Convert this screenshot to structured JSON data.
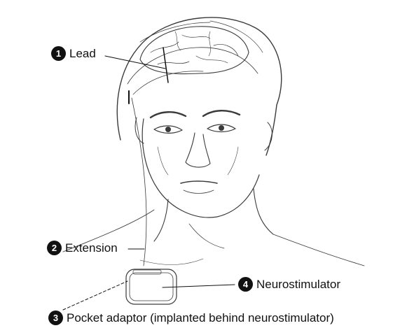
{
  "callouts": [
    {
      "number": "1",
      "label": "Lead"
    },
    {
      "number": "2",
      "label": "Extension"
    },
    {
      "number": "3",
      "label": "Pocket adaptor (implanted behind neurostimulator)"
    },
    {
      "number": "4",
      "label": "Neurostimulator"
    }
  ],
  "colors": {
    "ink": "#111111",
    "sketch": "#3a3a3a",
    "background": "#ffffff"
  }
}
